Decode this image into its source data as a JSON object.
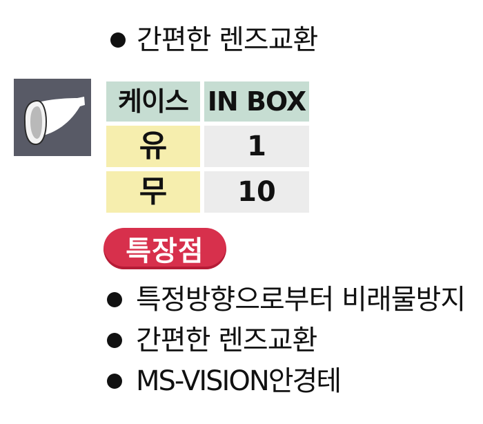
{
  "top_bullet": "간편한 렌즈교환",
  "case_table": {
    "headers": [
      "케이스",
      "IN BOX"
    ],
    "rows": [
      {
        "case": "유",
        "in_box": "1"
      },
      {
        "case": "무",
        "in_box": "10"
      }
    ]
  },
  "features": {
    "badge": "특장점",
    "items": [
      "특정방향으로부터  비래물방지",
      "간편한 렌즈교환",
      "MS-VISION안경테"
    ]
  },
  "icon": "face-shield-lens-icon",
  "colors": {
    "badge": "#d7304c",
    "header_cell": "#c6ddd2",
    "case_cell": "#f6eeae",
    "value_cell": "#ececec",
    "icon_bg": "#585a66"
  }
}
